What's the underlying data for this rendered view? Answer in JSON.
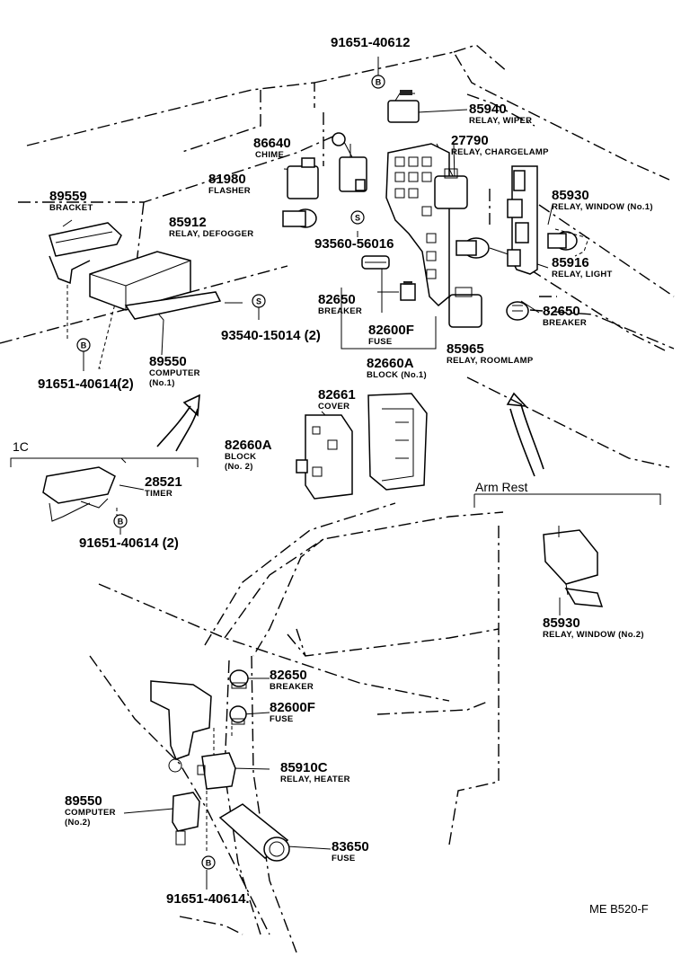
{
  "diagram_code": "ME B520-F",
  "sections": {
    "inset_1c": "1C",
    "arm_rest": "Arm Rest"
  },
  "labels": {
    "p91651_40612": {
      "number": "91651-40612"
    },
    "p85940": {
      "number": "85940",
      "name": "RELAY, WIPER"
    },
    "p86640": {
      "number": "86640",
      "name": "CHIME"
    },
    "p27790": {
      "number": "27790",
      "name": "RELAY, CHARGELAMP"
    },
    "p81980": {
      "number": "81980",
      "name": "FLASHER"
    },
    "p89559": {
      "number": "89559",
      "name": "BRACKET"
    },
    "p85930_1": {
      "number": "85930",
      "name": "RELAY, WINDOW (No.1)"
    },
    "p85912": {
      "number": "85912",
      "name": "RELAY, DEFOGGER"
    },
    "p93560": {
      "number": "93560-56016"
    },
    "p85916": {
      "number": "85916",
      "name": "RELAY, LIGHT"
    },
    "p82650_a": {
      "number": "82650",
      "name": "BREAKER"
    },
    "p82650_b": {
      "number": "82650",
      "name": "BREAKER"
    },
    "p93540": {
      "number": "93540-15014 (2)"
    },
    "p82600f_a": {
      "number": "82600F",
      "name": "FUSE"
    },
    "p85965": {
      "number": "85965",
      "name": "RELAY, ROOMLAMP"
    },
    "p89550_1": {
      "number": "89550",
      "name": "COMPUTER",
      "sub": "(No.1)"
    },
    "p91651_40614_2a": {
      "number": "91651-40614(2)"
    },
    "p82660a_1": {
      "number": "82660A",
      "name": "BLOCK (No.1)"
    },
    "p82661": {
      "number": "82661",
      "name": "COVER"
    },
    "p82660a_2": {
      "number": "82660A",
      "name": "BLOCK",
      "sub": "(No. 2)"
    },
    "p28521": {
      "number": "28521",
      "name": "TIMER"
    },
    "p91651_40614_2b": {
      "number": "91651-40614 (2)"
    },
    "p85930_2": {
      "number": "85930",
      "name": "RELAY, WINDOW (No.2)"
    },
    "p82650_c": {
      "number": "82650",
      "name": "BREAKER"
    },
    "p82600f_b": {
      "number": "82600F",
      "name": "FUSE"
    },
    "p85910c": {
      "number": "85910C",
      "name": "RELAY, HEATER"
    },
    "p89550_2": {
      "number": "89550",
      "name": "COMPUTER",
      "sub": "(No.2)"
    },
    "p83650": {
      "number": "83650",
      "name": "FUSE"
    },
    "p91651_40614": {
      "number": "91651-40614."
    }
  },
  "fastener_symbols": {
    "bolt": "B",
    "screw": "S"
  }
}
